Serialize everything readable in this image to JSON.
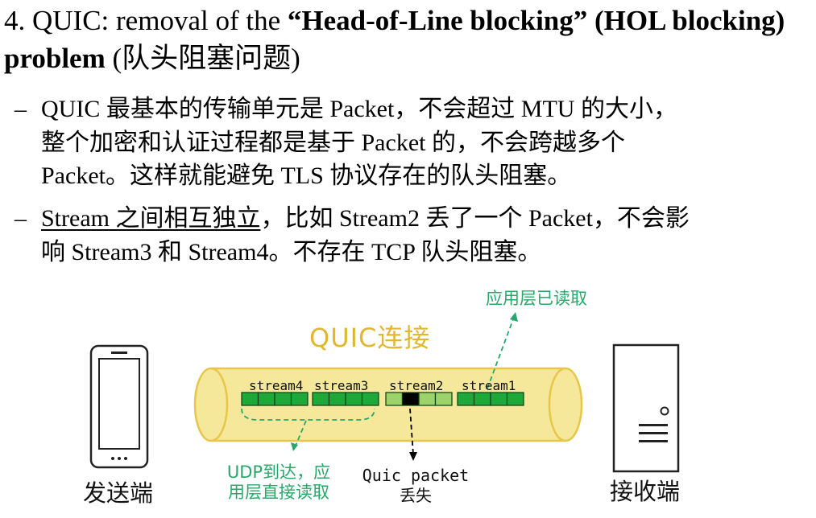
{
  "title": {
    "prefix": "4. QUIC: removal of the ",
    "bold": "“Head-of-Line blocking” (HOL blocking) problem",
    "suffix": " (队头阻塞问题)"
  },
  "bullets": [
    {
      "dash": "–",
      "line1": "QUIC 最基本的传输单元是 Packet，不会超过 MTU 的大小，",
      "line2": "整个加密和认证过程都是基于 Packet 的，不会跨越多个",
      "line3": "Packet。这样就能避免 TLS 协议存在的队头阻塞。"
    },
    {
      "dash": "–",
      "underlined": "Stream 之间相互独立",
      "line1_rest": "，比如 Stream2 丢了一个 Packet，不会影",
      "line2": "响 Stream3 和 Stream4。不存在 TCP 队头阻塞。"
    }
  ],
  "diagram": {
    "connection_label": "QUIC连接",
    "app_read_label": "应用层已读取",
    "streams": [
      "stream4",
      "stream3",
      "stream2",
      "stream1"
    ],
    "udp_label_line1": "UDP到达，应",
    "udp_label_line2": "用层直接读取",
    "lost_label_line1": "Quic packet",
    "lost_label_line2": "丢失",
    "sender_label": "发送端",
    "receiver_label": "接收端",
    "colors": {
      "pipe": "#f5e89a",
      "pipe_stroke": "#e8c64a",
      "label_yellow": "#e0b830",
      "packet_green": "#1fa83a",
      "packet_light": "#9bd36a",
      "packet_lost": "#000000",
      "annotation_green": "#27a86a"
    }
  }
}
